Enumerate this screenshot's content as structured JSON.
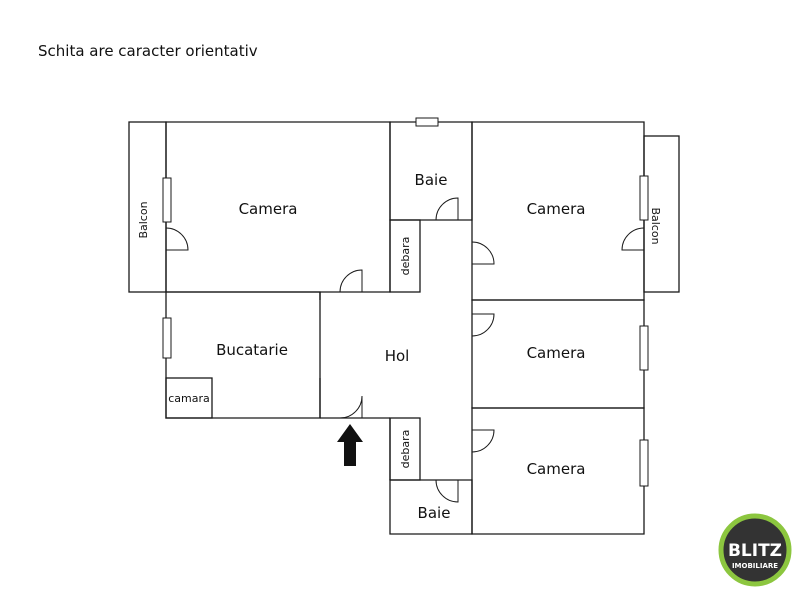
{
  "note": "Schita are caracter orientativ",
  "rooms": {
    "camera_top_left": "Camera",
    "baie_top": "Baie",
    "camera_top_right": "Camera",
    "balcon_left": "Balcon",
    "balcon_right": "Balcon",
    "debara_top": "debara",
    "bucatarie": "Bucatarie",
    "hol": "Hol",
    "camera_mid_right": "Camera",
    "camara": "camara",
    "debara_bottom": "debara",
    "camera_bottom_right": "Camera",
    "baie_bottom": "Baie"
  },
  "logo": {
    "name": "BLITZ",
    "sub": "IMOBILIARE",
    "ring_color": "#8cc63f"
  },
  "entrance_arrow": "arrow-up-icon"
}
